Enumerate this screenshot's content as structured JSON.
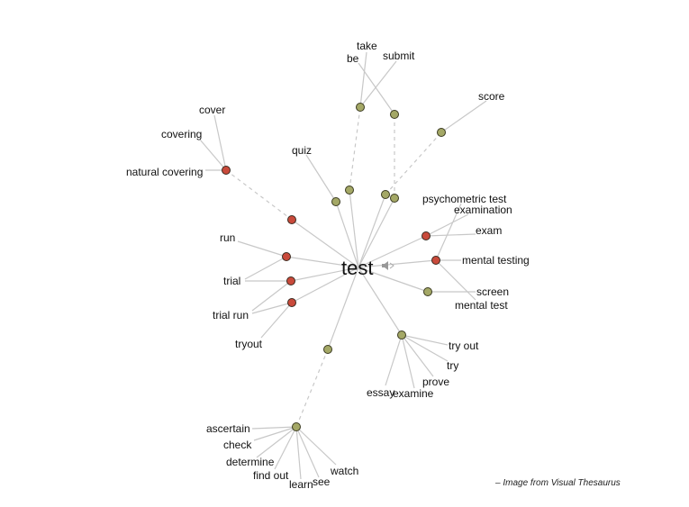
{
  "center": "test",
  "labels": [
    "cover",
    "covering",
    "natural covering",
    "quiz",
    "take",
    "be",
    "submit",
    "score",
    "psychometric test",
    "examination",
    "exam",
    "mental testing",
    "screen",
    "mental test",
    "run",
    "trial",
    "trial run",
    "tryout",
    "try out",
    "try",
    "prove",
    "essay",
    "examine",
    "ascertain",
    "check",
    "determine",
    "find out",
    "learn",
    "see",
    "watch"
  ],
  "credit": "– Image from Visual Thesaurus",
  "colors": {
    "noun": "#c94a3b",
    "verb": "#a4a866"
  }
}
